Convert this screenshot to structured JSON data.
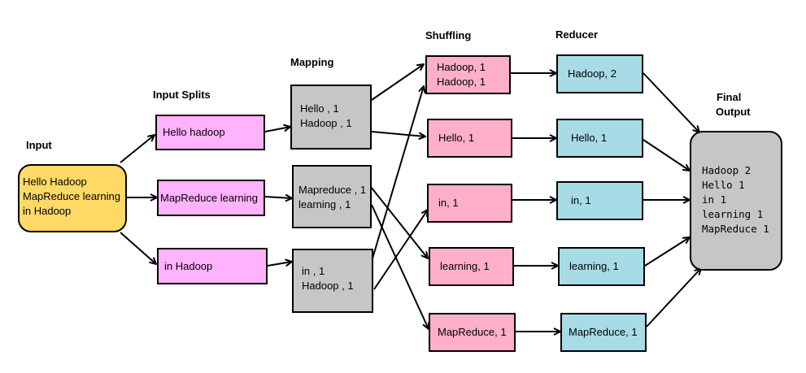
{
  "headers": {
    "input": "Input",
    "input_splits": "Input Splits",
    "mapping": "Mapping",
    "shuffling": "Shuffling",
    "reducer": "Reducer",
    "final_output_1": "Final",
    "final_output_2": "Output"
  },
  "input": {
    "lines": [
      "Hello Hadoop",
      "MapReduce learning",
      "in Hadoop"
    ]
  },
  "splits": [
    "Hello hadoop",
    "MapReduce learning",
    "in Hadoop"
  ],
  "mapping": [
    {
      "lines": [
        "Hello , 1",
        "Hadoop , 1"
      ]
    },
    {
      "lines": [
        "Mapreduce , 1",
        "learning , 1"
      ]
    },
    {
      "lines": [
        "in , 1",
        "Hadoop , 1"
      ]
    }
  ],
  "shuffling": [
    {
      "lines": [
        "Hadoop, 1",
        "Hadoop, 1"
      ]
    },
    {
      "lines": [
        "Hello, 1"
      ]
    },
    {
      "lines": [
        "in, 1"
      ]
    },
    {
      "lines": [
        "learning, 1"
      ]
    },
    {
      "lines": [
        "MapReduce, 1"
      ]
    }
  ],
  "reducer": [
    "Hadoop, 2",
    "Hello, 1",
    "in, 1",
    "learning, 1",
    "MapReduce, 1"
  ],
  "final_output": {
    "lines": [
      "Hadoop 2",
      "Hello 1",
      "in 1",
      "learning 1",
      "MapReduce 1"
    ]
  },
  "colors": {
    "input": "#ffd966",
    "splits": "#ffb3ff",
    "mapping": "#c6c6c6",
    "shuffling": "#ffafc9",
    "reducer": "#a7dbe6",
    "final": "#c6c6c6"
  }
}
